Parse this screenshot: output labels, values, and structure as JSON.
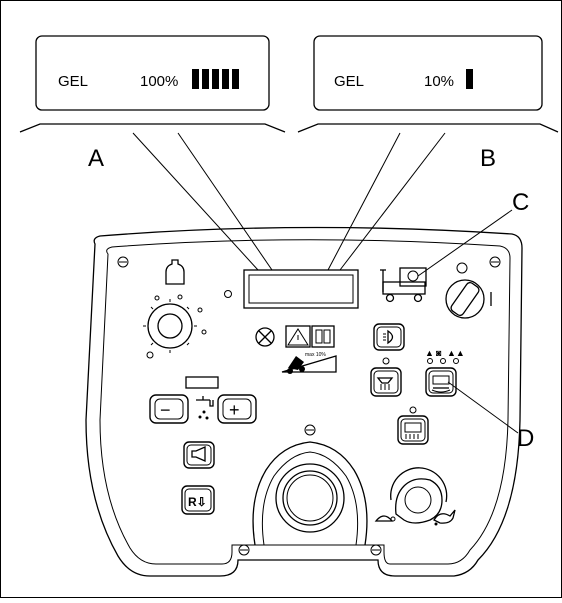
{
  "display_a": {
    "label": "GEL",
    "value": "100%",
    "bars": 5
  },
  "display_b": {
    "label": "GEL",
    "value": "10%",
    "bars": 1
  },
  "callouts": {
    "a": "A",
    "b": "B",
    "c": "C",
    "d": "D"
  },
  "panel": {
    "horn_icon": "horn-icon",
    "reverse_button": "R⇩",
    "flow_minus": "−",
    "flow_plus": "+",
    "mode_chip": "max 10%"
  }
}
